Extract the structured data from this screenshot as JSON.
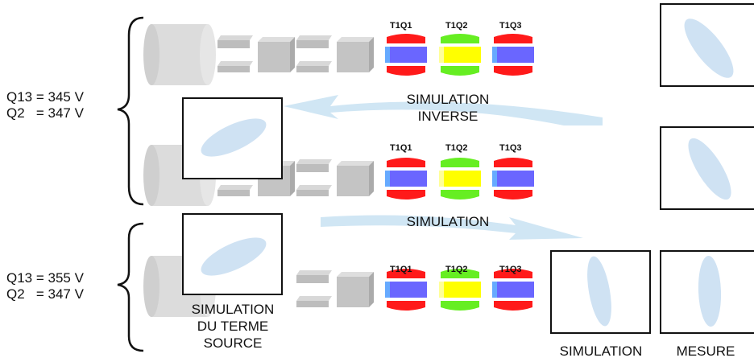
{
  "case_top": {
    "q13": "Q13 = 345 V",
    "q2": "Q2   = 347 V"
  },
  "case_bottom": {
    "q13": "Q13 = 355 V",
    "q2": "Q2   = 347 V"
  },
  "magnets": [
    "T1Q1",
    "T1Q2",
    "T1Q3"
  ],
  "arrows": {
    "inverse_line1": "SIMULATION",
    "inverse_line2": "INVERSE",
    "forward": "SIMULATION"
  },
  "source_caption": {
    "line1": "SIMULATION",
    "line2": "DU TERME",
    "line3": "SOURCE"
  },
  "bottom_captions": {
    "simulation": "SIMULATION",
    "mesure": "MESURE"
  },
  "colors": {
    "t1q1": "#ff0000",
    "t1q2_outer": "#66ee00",
    "t1q2_inner": "#ffff00",
    "core_blue": "#6666ff",
    "ellipse_fill": "#cfe2f3",
    "arrow_fill": "#cfe5f3",
    "beamline_gray": "#c8c8c8"
  }
}
